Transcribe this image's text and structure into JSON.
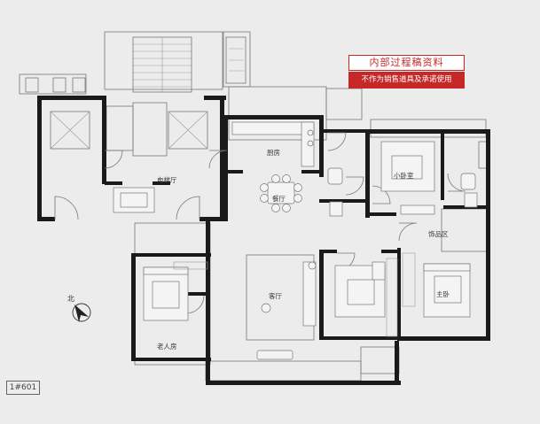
{
  "notice": {
    "title": "内部过程稿资料",
    "subtitle": "不作为销售道具及承诺使用"
  },
  "unit_code": "1#601",
  "north_label": "北",
  "rooms": {
    "kitchen": "厨房",
    "dining": "餐厅",
    "elevator_hall": "电梯厅",
    "small_bedroom": "小卧室",
    "decor_area": "饰品区",
    "living_room": "客厅",
    "master_bedroom": "主卧",
    "elderly_room": "老人房"
  },
  "colors": {
    "background": "#ececec",
    "wall": "#1a1a1a",
    "notice_red": "#c62828"
  },
  "icons": [
    "north-arrow-icon",
    "door-swing-icon",
    "elevator-icon",
    "furniture-icon"
  ]
}
